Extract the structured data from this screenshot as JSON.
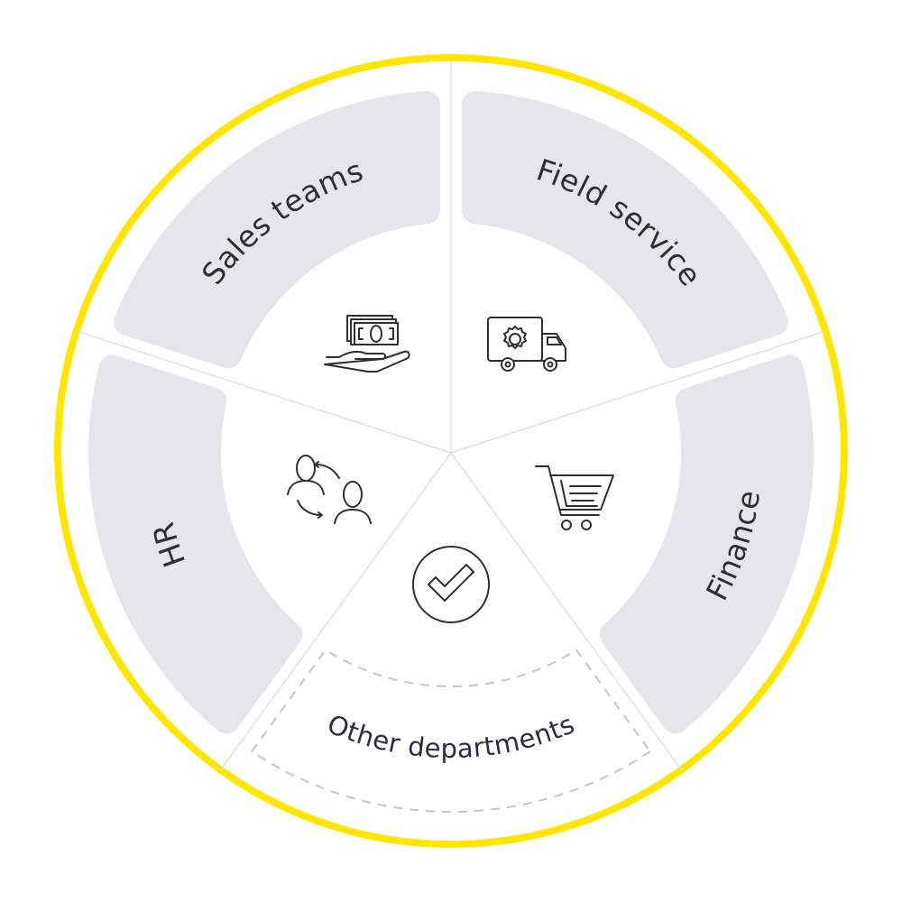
{
  "diagram": {
    "segments": [
      {
        "label": "Field service",
        "icon": "truck-gear-icon",
        "style": "filled"
      },
      {
        "label": "Finance",
        "icon": "shopping-cart-icon",
        "style": "filled"
      },
      {
        "label": "Other departments",
        "icon": "checkmark-circle-icon",
        "style": "dashed"
      },
      {
        "label": "HR",
        "icon": "people-exchange-icon",
        "style": "filled"
      },
      {
        "label": "Sales teams",
        "icon": "hand-money-icon",
        "style": "filled"
      }
    ],
    "colors": {
      "ring": "#FFE600",
      "segment_fill": "#E6E6EA",
      "dashed_outline": "#C4C4CD",
      "divider": "#D9D9DE",
      "text": "#2E2E38"
    }
  }
}
